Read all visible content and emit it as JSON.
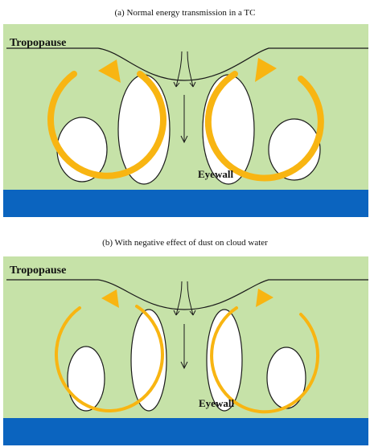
{
  "panel_a": {
    "caption": "(a) Normal energy transmission in a TC",
    "tropopause_label": "Tropopause",
    "eyewall_label": "Eyewall"
  },
  "panel_b": {
    "caption": "(b) With negative effect of dust on cloud water",
    "tropopause_label": "Tropopause",
    "eyewall_label": "Eyewall"
  },
  "colors": {
    "atmosphere": "#c6e2a8",
    "ocean": "#0b64bf",
    "circulation_arrow": "#f8b512",
    "cloud": "#ffffff",
    "outline": "#1a1a1a"
  }
}
